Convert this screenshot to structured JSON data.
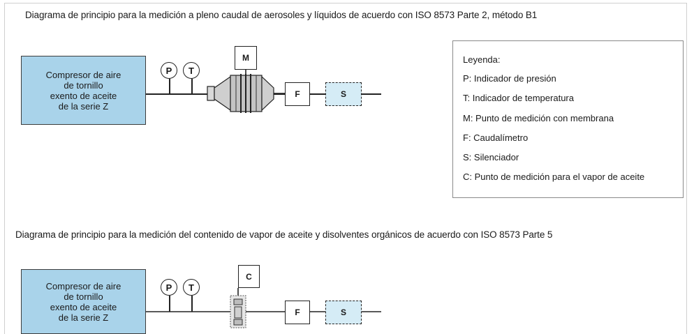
{
  "diagram1": {
    "title": "Diagrama de principio para la medición a pleno caudal de aerosoles y líquidos de acuerdo con ISO 8573 Parte 2, método B1",
    "compressor_label": "Compresor de aire\nde tornillo\nexento de aceite\nde la serie Z",
    "gauge_p": "P",
    "gauge_t": "T",
    "membrane_box": "M",
    "flow_box": "F",
    "silencer_box": "S"
  },
  "diagram2": {
    "title": "Diagrama de principio para la medición del contenido de vapor de aceite y disolventes orgánicos de acuerdo con ISO 8573 Parte 5",
    "compressor_label": "Compresor de aire\nde tornillo\nexento de aceite\nde la serie Z",
    "gauge_p": "P",
    "gauge_t": "T",
    "vapor_box": "C",
    "flow_box": "F",
    "silencer_box": "S"
  },
  "legend": {
    "title": "Leyenda:",
    "items": [
      "P: Indicador de presión",
      "T: Indicador de temperatura",
      "M: Punto de medición con membrana",
      "F: Caudalímetro",
      "S: Silenciador",
      "C: Punto de medición para el vapor de aceite"
    ]
  },
  "colors": {
    "compressor_fill": "#a9d3ea",
    "silencer_fill": "#d5ecf6",
    "line": "#222222"
  },
  "icons": {
    "membrane_housing": "filter-housing-icon",
    "vapor_tube": "sample-tube-icon"
  }
}
